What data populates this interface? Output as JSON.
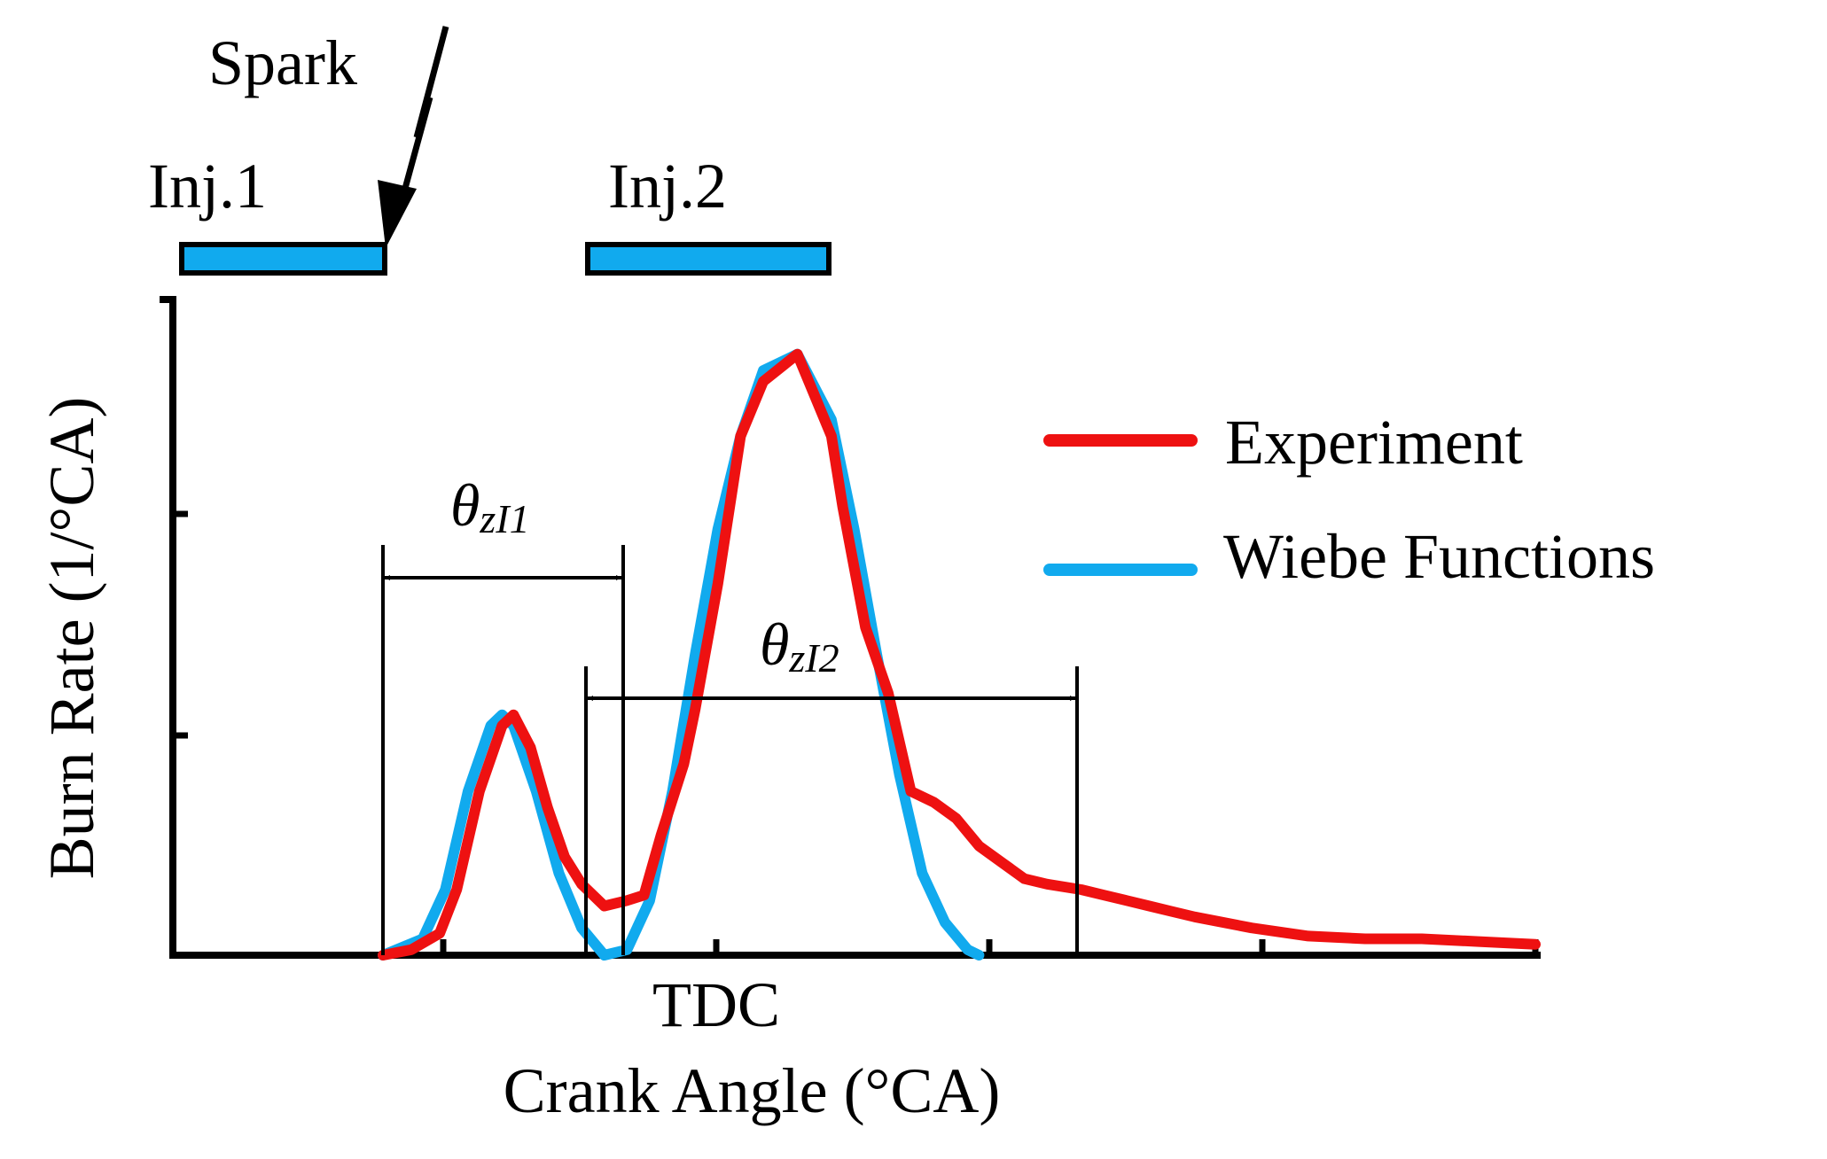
{
  "chart_data": {
    "type": "line",
    "title": "",
    "xlabel": "Crank Angle (°CA)",
    "ylabel": "Burn Rate (1/°CA)",
    "x_tick_label": "TDC",
    "xlim": [
      -40,
      80
    ],
    "ylim": [
      0,
      1.2
    ],
    "legend_position": "right",
    "legend": [
      "Experiment",
      "Wiebe Functions"
    ],
    "annotations": {
      "spark": "Spark",
      "inj1": "Inj.1",
      "inj2": "Inj.2",
      "theta1": "θ",
      "theta1_sub": "zI1",
      "theta2": "θ",
      "theta2_sub": "zI2"
    },
    "colors": {
      "experiment": "#ee1111",
      "wiebe": "#11aaee",
      "injection": "#11aaee"
    },
    "series": [
      {
        "name": "Experiment",
        "x": [
          -21.5,
          -19,
          -16.5,
          -15,
          -13,
          -11,
          -10,
          -8.5,
          -7,
          -5.5,
          -4,
          -2,
          0,
          1.5,
          3,
          5,
          6,
          8,
          10,
          12,
          15,
          18,
          19,
          21,
          23,
          25,
          27,
          29,
          31,
          33,
          35,
          37,
          40,
          42,
          44,
          46,
          48,
          50,
          55,
          60,
          65,
          70,
          75,
          80
        ],
        "y": [
          0,
          0.01,
          0.04,
          0.12,
          0.3,
          0.42,
          0.44,
          0.38,
          0.27,
          0.18,
          0.13,
          0.09,
          0.1,
          0.11,
          0.22,
          0.35,
          0.45,
          0.68,
          0.95,
          1.05,
          1.1,
          0.95,
          0.82,
          0.6,
          0.48,
          0.3,
          0.28,
          0.25,
          0.2,
          0.17,
          0.14,
          0.13,
          0.12,
          0.11,
          0.1,
          0.09,
          0.08,
          0.07,
          0.05,
          0.035,
          0.03,
          0.03,
          0.025,
          0.02
        ]
      },
      {
        "name": "Wiebe Functions",
        "x": [
          -21.5,
          -18,
          -16,
          -14,
          -12,
          -11,
          -10,
          -8,
          -6,
          -4,
          -2,
          0,
          2,
          4,
          6,
          8,
          10,
          12,
          15,
          18,
          20,
          22,
          24,
          26,
          28,
          30,
          31
        ],
        "y": [
          0,
          0.03,
          0.12,
          0.3,
          0.42,
          0.44,
          0.42,
          0.3,
          0.15,
          0.05,
          0,
          0.01,
          0.1,
          0.3,
          0.55,
          0.78,
          0.95,
          1.07,
          1.1,
          0.98,
          0.78,
          0.55,
          0.33,
          0.15,
          0.06,
          0.01,
          0
        ]
      }
    ]
  }
}
